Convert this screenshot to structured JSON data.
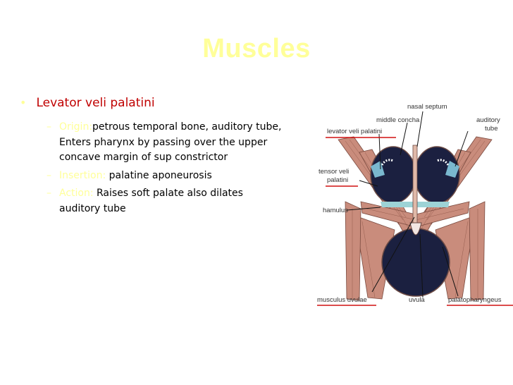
{
  "slide": {
    "title": "Muscles"
  },
  "main_bullet": {
    "text": "Levator veli palatini"
  },
  "sub_bullets": [
    {
      "label": "Origin:",
      "text": "petrous temporal bone, auditory tube, Enters pharynx by passing over the upper concave margin of sup constrictor"
    },
    {
      "label": "Insertion:",
      "text": " palatine aponeurosis"
    },
    {
      "label": "Action:",
      "text": " Raises soft palate also dilates auditory tube"
    }
  ],
  "figure": {
    "labels": {
      "nasal_septum": "nasal septum",
      "middle_concha": "middle concha",
      "auditory_tube": "auditory",
      "auditory_tube_2": "tube",
      "levator": "levator veli palatini",
      "tensor": "tensor veli",
      "tensor_2": "palatini",
      "hamulus": "hamulus",
      "musculus_uvulae": "musculus uvulae",
      "uvula": "uvula",
      "palatopharyngeus": "palatopharyngeus"
    }
  },
  "colors": {
    "title": "#ffff99",
    "main_bullet": "#c00000",
    "sub_label": "#ffff99",
    "underline": "#d01010"
  }
}
